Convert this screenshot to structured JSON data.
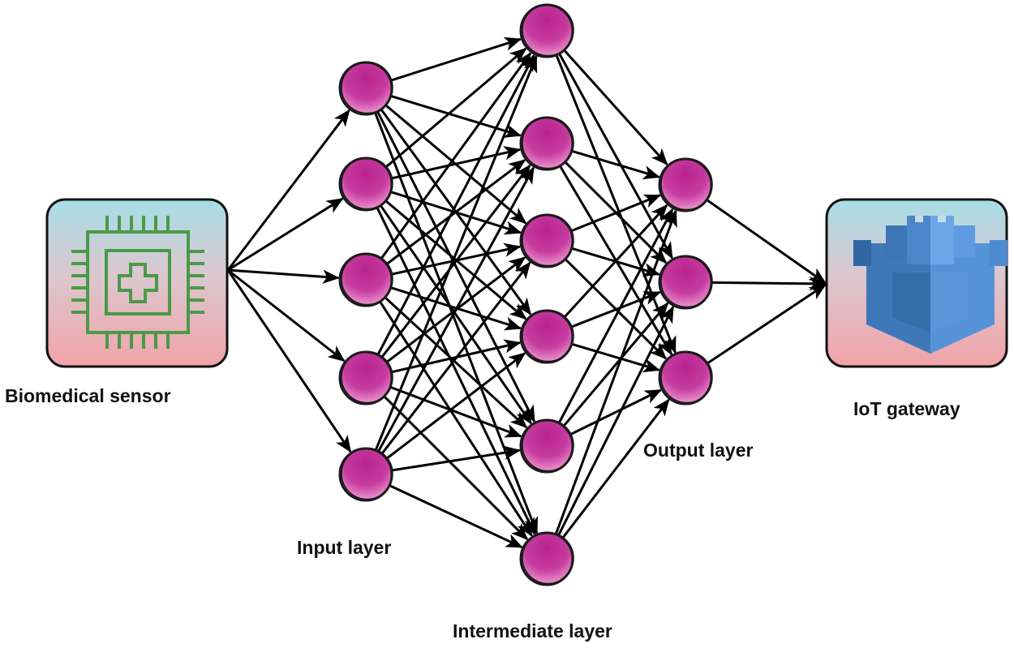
{
  "labels": {
    "biomedical_sensor": "Biomedical sensor",
    "input_layer": "Input layer",
    "intermediate_layer": "Intermediate layer",
    "output_layer": "Output layer",
    "iot_gateway": "IoT gateway"
  },
  "network": {
    "input_nodes": 5,
    "intermediate_nodes": 6,
    "output_nodes": 3
  },
  "icons": {
    "sensor": "biomedical-chip-icon",
    "gateway": "castle-gateway-icon"
  },
  "colors": {
    "node_fill": "#c0339a",
    "node_highlight": "#f3a8dc",
    "node_stroke": "#1a1a1a",
    "edge": "#000000",
    "box_top": "#a6dde6",
    "box_bottom": "#f1a3a8",
    "chip": "#4a9a48",
    "gateway_blue": "#5693d6"
  }
}
